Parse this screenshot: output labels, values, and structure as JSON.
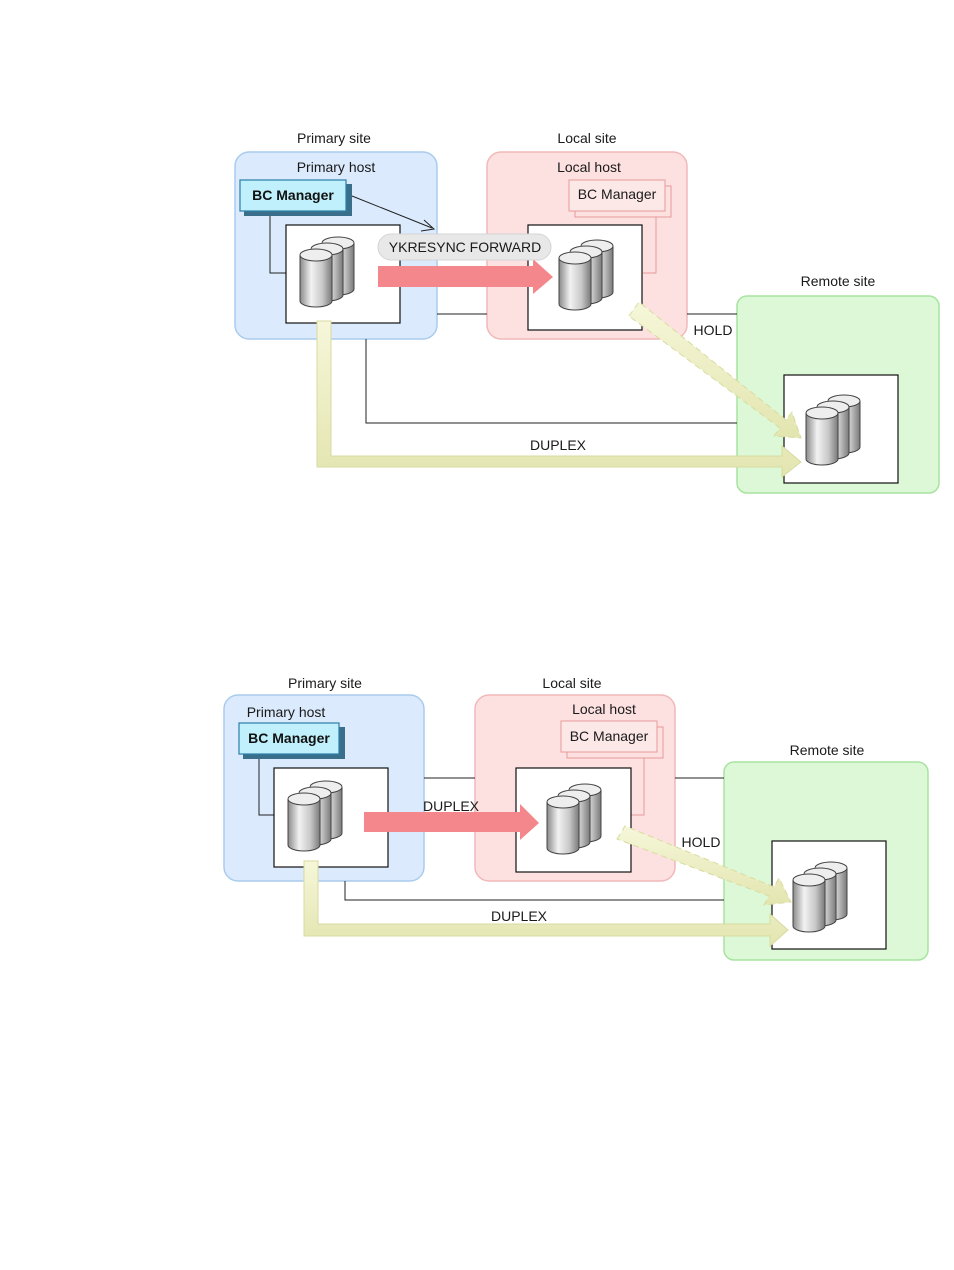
{
  "diagrams": [
    {
      "primary_site": "Primary site",
      "primary_host": "Primary host",
      "bc_manager_primary": "BC Manager",
      "local_site": "Local site",
      "local_host": "Local host",
      "bc_manager_local": "BC Manager",
      "remote_site": "Remote site",
      "command": "YKRESYNC FORWARD",
      "hold": "HOLD",
      "duplex_primary_remote": "DUPLEX"
    },
    {
      "primary_site": "Primary site",
      "primary_host": "Primary host",
      "bc_manager_primary": "BC Manager",
      "local_site": "Local site",
      "local_host": "Local host",
      "bc_manager_local": "BC Manager",
      "remote_site": "Remote site",
      "duplex_primary_local": "DUPLEX",
      "hold": "HOLD",
      "duplex_primary_remote": "DUPLEX"
    }
  ],
  "colors": {
    "primary_site_fill": "#dbeafc",
    "local_site_fill": "#fde0e0",
    "remote_site_fill": "#dcf8d6",
    "bc_manager_fill": "#bff0fb",
    "forward_arrow": "#f4878c",
    "duplex_arrow": "#eef0c0"
  }
}
